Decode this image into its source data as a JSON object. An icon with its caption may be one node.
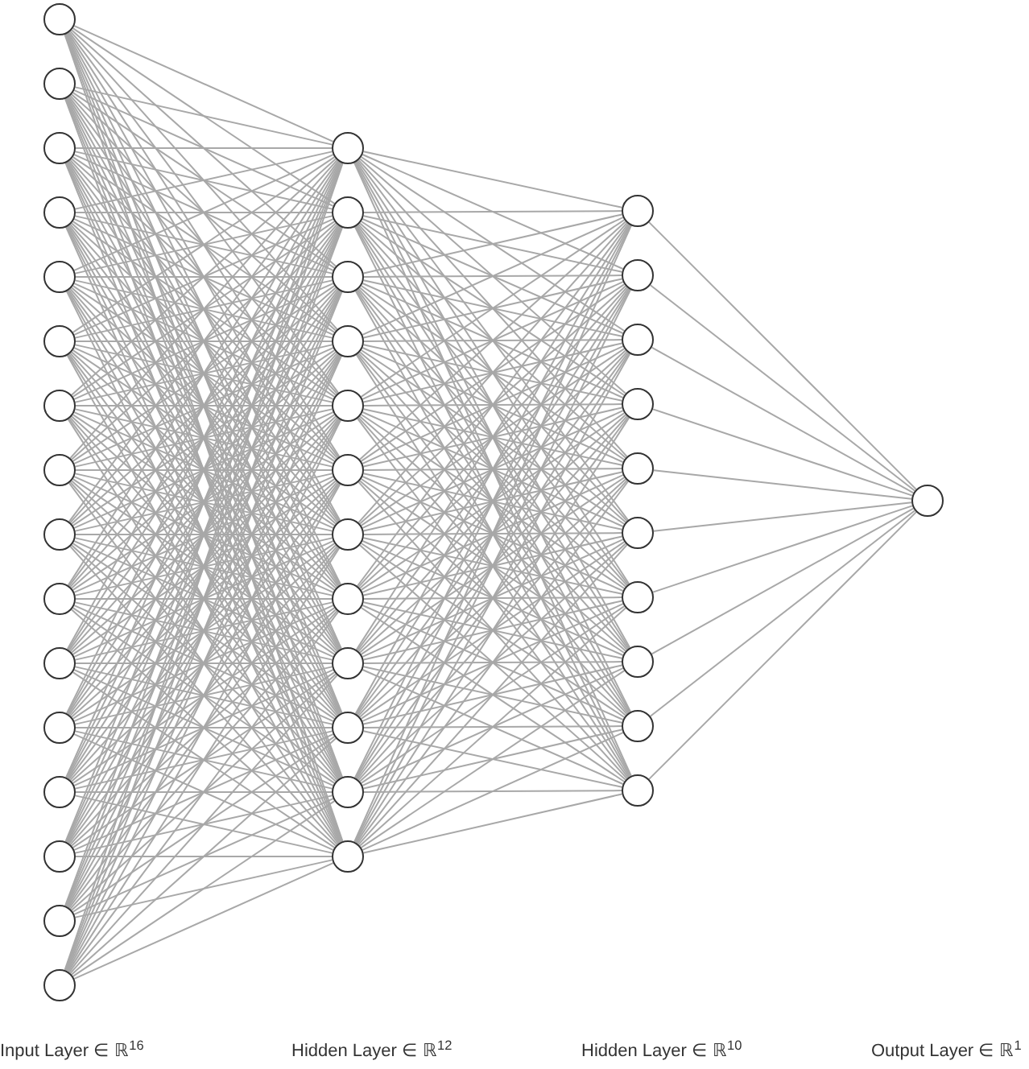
{
  "diagram": {
    "nodes": [
      {
        "text": [],
        "shape": "circle"
      },
      {
        "text": [],
        "shape": "circle"
      },
      {
        "text": [],
        "shape": "circle"
      },
      {
        "text": [],
        "shape": "circle"
      },
      {
        "text": [],
        "shape": "circle"
      },
      {
        "text": [],
        "shape": "circle"
      },
      {
        "text": [],
        "shape": "circle"
      },
      {
        "text": [],
        "shape": "circle"
      },
      {
        "text": [],
        "shape": "circle"
      },
      {
        "text": [],
        "shape": "circle"
      },
      {
        "text": [],
        "shape": "circle"
      },
      {
        "text": [],
        "shape": "circle"
      },
      {
        "text": [],
        "shape": "circle"
      },
      {
        "text": [],
        "shape": "circle"
      },
      {
        "text": [],
        "shape": "circle"
      },
      {
        "text": [],
        "shape": "circle"
      },
      {
        "text": [],
        "shape": "circle"
      },
      {
        "text": [],
        "shape": "circle"
      },
      {
        "text": [],
        "shape": "circle"
      },
      {
        "text": [],
        "shape": "circle"
      },
      {
        "text": [],
        "shape": "circle"
      },
      {
        "text": [],
        "shape": "circle"
      },
      {
        "text": [],
        "shape": "circle"
      },
      {
        "text": [],
        "shape": "circle"
      },
      {
        "text": [],
        "shape": "circle"
      },
      {
        "text": [],
        "shape": "circle"
      },
      {
        "text": [],
        "shape": "circle"
      },
      {
        "text": [],
        "shape": "circle"
      },
      {
        "text": [],
        "shape": "circle"
      },
      {
        "text": [],
        "shape": "circle"
      },
      {
        "text": [],
        "shape": "circle"
      },
      {
        "text": [],
        "shape": "circle"
      },
      {
        "text": [],
        "shape": "circle"
      },
      {
        "text": [],
        "shape": "circle"
      },
      {
        "text": [],
        "shape": "circle"
      },
      {
        "text": [],
        "shape": "circle"
      },
      {
        "text": [],
        "shape": "circle"
      },
      {
        "text": [],
        "shape": "circle"
      },
      {
        "text": [],
        "shape": "circle"
      }
    ],
    "edges": [
      {
        "from": 0,
        "to": 16,
        "arrow": "none"
      },
      {
        "from": 0,
        "to": 17,
        "arrow": "none"
      },
      {
        "from": 0,
        "to": 18,
        "arrow": "none"
      },
      {
        "from": 0,
        "to": 19,
        "arrow": "none"
      },
      {
        "from": 0,
        "to": 20,
        "arrow": "none"
      },
      {
        "from": 0,
        "to": 21,
        "arrow": "none"
      },
      {
        "from": 0,
        "to": 22,
        "arrow": "none"
      },
      {
        "from": 0,
        "to": 23,
        "arrow": "none"
      },
      {
        "from": 0,
        "to": 24,
        "arrow": "none"
      },
      {
        "from": 0,
        "to": 25,
        "arrow": "none"
      },
      {
        "from": 0,
        "to": 26,
        "arrow": "none"
      },
      {
        "from": 0,
        "to": 27,
        "arrow": "none"
      },
      {
        "from": 1,
        "to": 16,
        "arrow": "none"
      },
      {
        "from": 1,
        "to": 17,
        "arrow": "none"
      },
      {
        "from": 1,
        "to": 18,
        "arrow": "none"
      },
      {
        "from": 1,
        "to": 19,
        "arrow": "none"
      },
      {
        "from": 1,
        "to": 20,
        "arrow": "none"
      },
      {
        "from": 1,
        "to": 21,
        "arrow": "none"
      },
      {
        "from": 1,
        "to": 22,
        "arrow": "none"
      },
      {
        "from": 1,
        "to": 23,
        "arrow": "none"
      },
      {
        "from": 1,
        "to": 24,
        "arrow": "none"
      },
      {
        "from": 1,
        "to": 25,
        "arrow": "none"
      },
      {
        "from": 1,
        "to": 26,
        "arrow": "none"
      },
      {
        "from": 1,
        "to": 27,
        "arrow": "none"
      },
      {
        "from": 2,
        "to": 16,
        "arrow": "none"
      },
      {
        "from": 2,
        "to": 17,
        "arrow": "none"
      },
      {
        "from": 2,
        "to": 18,
        "arrow": "none"
      },
      {
        "from": 2,
        "to": 19,
        "arrow": "none"
      },
      {
        "from": 2,
        "to": 20,
        "arrow": "none"
      },
      {
        "from": 2,
        "to": 21,
        "arrow": "none"
      },
      {
        "from": 2,
        "to": 22,
        "arrow": "none"
      },
      {
        "from": 2,
        "to": 23,
        "arrow": "none"
      },
      {
        "from": 2,
        "to": 24,
        "arrow": "none"
      },
      {
        "from": 2,
        "to": 25,
        "arrow": "none"
      },
      {
        "from": 2,
        "to": 26,
        "arrow": "none"
      },
      {
        "from": 2,
        "to": 27,
        "arrow": "none"
      },
      {
        "from": 3,
        "to": 16,
        "arrow": "none"
      },
      {
        "from": 3,
        "to": 17,
        "arrow": "none"
      },
      {
        "from": 3,
        "to": 18,
        "arrow": "none"
      },
      {
        "from": 3,
        "to": 19,
        "arrow": "none"
      },
      {
        "from": 3,
        "to": 20,
        "arrow": "none"
      },
      {
        "from": 3,
        "to": 21,
        "arrow": "none"
      },
      {
        "from": 3,
        "to": 22,
        "arrow": "none"
      },
      {
        "from": 3,
        "to": 23,
        "arrow": "none"
      },
      {
        "from": 3,
        "to": 24,
        "arrow": "none"
      },
      {
        "from": 3,
        "to": 25,
        "arrow": "none"
      },
      {
        "from": 3,
        "to": 26,
        "arrow": "none"
      },
      {
        "from": 3,
        "to": 27,
        "arrow": "none"
      },
      {
        "from": 4,
        "to": 16,
        "arrow": "none"
      },
      {
        "from": 4,
        "to": 17,
        "arrow": "none"
      },
      {
        "from": 4,
        "to": 18,
        "arrow": "none"
      },
      {
        "from": 4,
        "to": 19,
        "arrow": "none"
      },
      {
        "from": 4,
        "to": 20,
        "arrow": "none"
      },
      {
        "from": 4,
        "to": 21,
        "arrow": "none"
      },
      {
        "from": 4,
        "to": 22,
        "arrow": "none"
      },
      {
        "from": 4,
        "to": 23,
        "arrow": "none"
      },
      {
        "from": 4,
        "to": 24,
        "arrow": "none"
      },
      {
        "from": 4,
        "to": 25,
        "arrow": "none"
      },
      {
        "from": 4,
        "to": 26,
        "arrow": "none"
      },
      {
        "from": 4,
        "to": 27,
        "arrow": "none"
      },
      {
        "from": 5,
        "to": 16,
        "arrow": "none"
      },
      {
        "from": 5,
        "to": 17,
        "arrow": "none"
      },
      {
        "from": 5,
        "to": 18,
        "arrow": "none"
      },
      {
        "from": 5,
        "to": 19,
        "arrow": "none"
      },
      {
        "from": 5,
        "to": 20,
        "arrow": "none"
      },
      {
        "from": 5,
        "to": 21,
        "arrow": "none"
      },
      {
        "from": 5,
        "to": 22,
        "arrow": "none"
      },
      {
        "from": 5,
        "to": 23,
        "arrow": "none"
      },
      {
        "from": 5,
        "to": 24,
        "arrow": "none"
      },
      {
        "from": 5,
        "to": 25,
        "arrow": "none"
      },
      {
        "from": 5,
        "to": 26,
        "arrow": "none"
      },
      {
        "from": 5,
        "to": 27,
        "arrow": "none"
      },
      {
        "from": 6,
        "to": 16,
        "arrow": "none"
      },
      {
        "from": 6,
        "to": 17,
        "arrow": "none"
      },
      {
        "from": 6,
        "to": 18,
        "arrow": "none"
      },
      {
        "from": 6,
        "to": 19,
        "arrow": "none"
      },
      {
        "from": 6,
        "to": 20,
        "arrow": "none"
      },
      {
        "from": 6,
        "to": 21,
        "arrow": "none"
      },
      {
        "from": 6,
        "to": 22,
        "arrow": "none"
      },
      {
        "from": 6,
        "to": 23,
        "arrow": "none"
      },
      {
        "from": 6,
        "to": 24,
        "arrow": "none"
      },
      {
        "from": 6,
        "to": 25,
        "arrow": "none"
      },
      {
        "from": 6,
        "to": 26,
        "arrow": "none"
      },
      {
        "from": 6,
        "to": 27,
        "arrow": "none"
      },
      {
        "from": 7,
        "to": 16,
        "arrow": "none"
      },
      {
        "from": 7,
        "to": 17,
        "arrow": "none"
      },
      {
        "from": 7,
        "to": 18,
        "arrow": "none"
      },
      {
        "from": 7,
        "to": 19,
        "arrow": "none"
      },
      {
        "from": 7,
        "to": 20,
        "arrow": "none"
      },
      {
        "from": 7,
        "to": 21,
        "arrow": "none"
      },
      {
        "from": 7,
        "to": 22,
        "arrow": "none"
      },
      {
        "from": 7,
        "to": 23,
        "arrow": "none"
      },
      {
        "from": 7,
        "to": 24,
        "arrow": "none"
      },
      {
        "from": 7,
        "to": 25,
        "arrow": "none"
      },
      {
        "from": 7,
        "to": 26,
        "arrow": "none"
      },
      {
        "from": 7,
        "to": 27,
        "arrow": "none"
      },
      {
        "from": 8,
        "to": 16,
        "arrow": "none"
      },
      {
        "from": 8,
        "to": 17,
        "arrow": "none"
      },
      {
        "from": 8,
        "to": 18,
        "arrow": "none"
      },
      {
        "from": 8,
        "to": 19,
        "arrow": "none"
      },
      {
        "from": 8,
        "to": 20,
        "arrow": "none"
      },
      {
        "from": 8,
        "to": 21,
        "arrow": "none"
      },
      {
        "from": 8,
        "to": 22,
        "arrow": "none"
      },
      {
        "from": 8,
        "to": 23,
        "arrow": "none"
      },
      {
        "from": 8,
        "to": 24,
        "arrow": "none"
      },
      {
        "from": 8,
        "to": 25,
        "arrow": "none"
      },
      {
        "from": 8,
        "to": 26,
        "arrow": "none"
      },
      {
        "from": 8,
        "to": 27,
        "arrow": "none"
      },
      {
        "from": 9,
        "to": 16,
        "arrow": "none"
      },
      {
        "from": 9,
        "to": 17,
        "arrow": "none"
      },
      {
        "from": 9,
        "to": 18,
        "arrow": "none"
      },
      {
        "from": 9,
        "to": 19,
        "arrow": "none"
      },
      {
        "from": 9,
        "to": 20,
        "arrow": "none"
      },
      {
        "from": 9,
        "to": 21,
        "arrow": "none"
      },
      {
        "from": 9,
        "to": 22,
        "arrow": "none"
      },
      {
        "from": 9,
        "to": 23,
        "arrow": "none"
      },
      {
        "from": 9,
        "to": 24,
        "arrow": "none"
      },
      {
        "from": 9,
        "to": 25,
        "arrow": "none"
      },
      {
        "from": 9,
        "to": 26,
        "arrow": "none"
      },
      {
        "from": 9,
        "to": 27,
        "arrow": "none"
      },
      {
        "from": 10,
        "to": 16,
        "arrow": "none"
      },
      {
        "from": 10,
        "to": 17,
        "arrow": "none"
      },
      {
        "from": 10,
        "to": 18,
        "arrow": "none"
      },
      {
        "from": 10,
        "to": 19,
        "arrow": "none"
      },
      {
        "from": 10,
        "to": 20,
        "arrow": "none"
      },
      {
        "from": 10,
        "to": 21,
        "arrow": "none"
      },
      {
        "from": 10,
        "to": 22,
        "arrow": "none"
      },
      {
        "from": 10,
        "to": 23,
        "arrow": "none"
      },
      {
        "from": 10,
        "to": 24,
        "arrow": "none"
      },
      {
        "from": 10,
        "to": 25,
        "arrow": "none"
      },
      {
        "from": 10,
        "to": 26,
        "arrow": "none"
      },
      {
        "from": 10,
        "to": 27,
        "arrow": "none"
      },
      {
        "from": 11,
        "to": 16,
        "arrow": "none"
      },
      {
        "from": 11,
        "to": 17,
        "arrow": "none"
      },
      {
        "from": 11,
        "to": 18,
        "arrow": "none"
      },
      {
        "from": 11,
        "to": 19,
        "arrow": "none"
      },
      {
        "from": 11,
        "to": 20,
        "arrow": "none"
      },
      {
        "from": 11,
        "to": 21,
        "arrow": "none"
      },
      {
        "from": 11,
        "to": 22,
        "arrow": "none"
      },
      {
        "from": 11,
        "to": 23,
        "arrow": "none"
      },
      {
        "from": 11,
        "to": 24,
        "arrow": "none"
      },
      {
        "from": 11,
        "to": 25,
        "arrow": "none"
      },
      {
        "from": 11,
        "to": 26,
        "arrow": "none"
      },
      {
        "from": 11,
        "to": 27,
        "arrow": "none"
      },
      {
        "from": 12,
        "to": 16,
        "arrow": "none"
      },
      {
        "from": 12,
        "to": 17,
        "arrow": "none"
      },
      {
        "from": 12,
        "to": 18,
        "arrow": "none"
      },
      {
        "from": 12,
        "to": 19,
        "arrow": "none"
      },
      {
        "from": 12,
        "to": 20,
        "arrow": "none"
      },
      {
        "from": 12,
        "to": 21,
        "arrow": "none"
      },
      {
        "from": 12,
        "to": 22,
        "arrow": "none"
      },
      {
        "from": 12,
        "to": 23,
        "arrow": "none"
      },
      {
        "from": 12,
        "to": 24,
        "arrow": "none"
      },
      {
        "from": 12,
        "to": 25,
        "arrow": "none"
      },
      {
        "from": 12,
        "to": 26,
        "arrow": "none"
      },
      {
        "from": 12,
        "to": 27,
        "arrow": "none"
      },
      {
        "from": 13,
        "to": 16,
        "arrow": "none"
      },
      {
        "from": 13,
        "to": 17,
        "arrow": "none"
      },
      {
        "from": 13,
        "to": 18,
        "arrow": "none"
      },
      {
        "from": 13,
        "to": 19,
        "arrow": "none"
      },
      {
        "from": 13,
        "to": 20,
        "arrow": "none"
      },
      {
        "from": 13,
        "to": 21,
        "arrow": "none"
      },
      {
        "from": 13,
        "to": 22,
        "arrow": "none"
      },
      {
        "from": 13,
        "to": 23,
        "arrow": "none"
      },
      {
        "from": 13,
        "to": 24,
        "arrow": "none"
      },
      {
        "from": 13,
        "to": 25,
        "arrow": "none"
      },
      {
        "from": 13,
        "to": 26,
        "arrow": "none"
      },
      {
        "from": 13,
        "to": 27,
        "arrow": "none"
      },
      {
        "from": 14,
        "to": 16,
        "arrow": "none"
      },
      {
        "from": 14,
        "to": 17,
        "arrow": "none"
      },
      {
        "from": 14,
        "to": 18,
        "arrow": "none"
      },
      {
        "from": 14,
        "to": 19,
        "arrow": "none"
      },
      {
        "from": 14,
        "to": 20,
        "arrow": "none"
      },
      {
        "from": 14,
        "to": 21,
        "arrow": "none"
      },
      {
        "from": 14,
        "to": 22,
        "arrow": "none"
      },
      {
        "from": 14,
        "to": 23,
        "arrow": "none"
      },
      {
        "from": 14,
        "to": 24,
        "arrow": "none"
      },
      {
        "from": 14,
        "to": 25,
        "arrow": "none"
      },
      {
        "from": 14,
        "to": 26,
        "arrow": "none"
      },
      {
        "from": 14,
        "to": 27,
        "arrow": "none"
      },
      {
        "from": 15,
        "to": 16,
        "arrow": "none"
      },
      {
        "from": 15,
        "to": 17,
        "arrow": "none"
      },
      {
        "from": 15,
        "to": 18,
        "arrow": "none"
      },
      {
        "from": 15,
        "to": 19,
        "arrow": "none"
      },
      {
        "from": 15,
        "to": 20,
        "arrow": "none"
      },
      {
        "from": 15,
        "to": 21,
        "arrow": "none"
      },
      {
        "from": 15,
        "to": 22,
        "arrow": "none"
      },
      {
        "from": 15,
        "to": 23,
        "arrow": "none"
      },
      {
        "from": 15,
        "to": 24,
        "arrow": "none"
      },
      {
        "from": 15,
        "to": 25,
        "arrow": "none"
      },
      {
        "from": 15,
        "to": 26,
        "arrow": "none"
      },
      {
        "from": 15,
        "to": 27,
        "arrow": "none"
      },
      {
        "from": 16,
        "to": 28,
        "arrow": "none"
      },
      {
        "from": 16,
        "to": 29,
        "arrow": "none"
      },
      {
        "from": 16,
        "to": 30,
        "arrow": "none"
      },
      {
        "from": 16,
        "to": 31,
        "arrow": "none"
      },
      {
        "from": 16,
        "to": 32,
        "arrow": "none"
      },
      {
        "from": 16,
        "to": 33,
        "arrow": "none"
      },
      {
        "from": 16,
        "to": 34,
        "arrow": "none"
      },
      {
        "from": 16,
        "to": 35,
        "arrow": "none"
      },
      {
        "from": 16,
        "to": 36,
        "arrow": "none"
      },
      {
        "from": 16,
        "to": 37,
        "arrow": "none"
      },
      {
        "from": 17,
        "to": 28,
        "arrow": "none"
      },
      {
        "from": 17,
        "to": 29,
        "arrow": "none"
      },
      {
        "from": 17,
        "to": 30,
        "arrow": "none"
      },
      {
        "from": 17,
        "to": 31,
        "arrow": "none"
      },
      {
        "from": 17,
        "to": 32,
        "arrow": "none"
      },
      {
        "from": 17,
        "to": 33,
        "arrow": "none"
      },
      {
        "from": 17,
        "to": 34,
        "arrow": "none"
      },
      {
        "from": 17,
        "to": 35,
        "arrow": "none"
      },
      {
        "from": 17,
        "to": 36,
        "arrow": "none"
      },
      {
        "from": 17,
        "to": 37,
        "arrow": "none"
      },
      {
        "from": 18,
        "to": 28,
        "arrow": "none"
      },
      {
        "from": 18,
        "to": 29,
        "arrow": "none"
      },
      {
        "from": 18,
        "to": 30,
        "arrow": "none"
      },
      {
        "from": 18,
        "to": 31,
        "arrow": "none"
      },
      {
        "from": 18,
        "to": 32,
        "arrow": "none"
      },
      {
        "from": 18,
        "to": 33,
        "arrow": "none"
      },
      {
        "from": 18,
        "to": 34,
        "arrow": "none"
      },
      {
        "from": 18,
        "to": 35,
        "arrow": "none"
      },
      {
        "from": 18,
        "to": 36,
        "arrow": "none"
      },
      {
        "from": 18,
        "to": 37,
        "arrow": "none"
      },
      {
        "from": 19,
        "to": 28,
        "arrow": "none"
      },
      {
        "from": 19,
        "to": 29,
        "arrow": "none"
      },
      {
        "from": 19,
        "to": 30,
        "arrow": "none"
      },
      {
        "from": 19,
        "to": 31,
        "arrow": "none"
      },
      {
        "from": 19,
        "to": 32,
        "arrow": "none"
      },
      {
        "from": 19,
        "to": 33,
        "arrow": "none"
      },
      {
        "from": 19,
        "to": 34,
        "arrow": "none"
      },
      {
        "from": 19,
        "to": 35,
        "arrow": "none"
      },
      {
        "from": 19,
        "to": 36,
        "arrow": "none"
      },
      {
        "from": 19,
        "to": 37,
        "arrow": "none"
      },
      {
        "from": 20,
        "to": 28,
        "arrow": "none"
      },
      {
        "from": 20,
        "to": 29,
        "arrow": "none"
      },
      {
        "from": 20,
        "to": 30,
        "arrow": "none"
      },
      {
        "from": 20,
        "to": 31,
        "arrow": "none"
      },
      {
        "from": 20,
        "to": 32,
        "arrow": "none"
      },
      {
        "from": 20,
        "to": 33,
        "arrow": "none"
      },
      {
        "from": 20,
        "to": 34,
        "arrow": "none"
      },
      {
        "from": 20,
        "to": 35,
        "arrow": "none"
      },
      {
        "from": 20,
        "to": 36,
        "arrow": "none"
      },
      {
        "from": 20,
        "to": 37,
        "arrow": "none"
      },
      {
        "from": 21,
        "to": 28,
        "arrow": "none"
      },
      {
        "from": 21,
        "to": 29,
        "arrow": "none"
      },
      {
        "from": 21,
        "to": 30,
        "arrow": "none"
      },
      {
        "from": 21,
        "to": 31,
        "arrow": "none"
      },
      {
        "from": 21,
        "to": 32,
        "arrow": "none"
      },
      {
        "from": 21,
        "to": 33,
        "arrow": "none"
      },
      {
        "from": 21,
        "to": 34,
        "arrow": "none"
      },
      {
        "from": 21,
        "to": 35,
        "arrow": "none"
      },
      {
        "from": 21,
        "to": 36,
        "arrow": "none"
      },
      {
        "from": 21,
        "to": 37,
        "arrow": "none"
      },
      {
        "from": 22,
        "to": 28,
        "arrow": "none"
      },
      {
        "from": 22,
        "to": 29,
        "arrow": "none"
      },
      {
        "from": 22,
        "to": 30,
        "arrow": "none"
      },
      {
        "from": 22,
        "to": 31,
        "arrow": "none"
      },
      {
        "from": 22,
        "to": 32,
        "arrow": "none"
      },
      {
        "from": 22,
        "to": 33,
        "arrow": "none"
      },
      {
        "from": 22,
        "to": 34,
        "arrow": "none"
      },
      {
        "from": 22,
        "to": 35,
        "arrow": "none"
      },
      {
        "from": 22,
        "to": 36,
        "arrow": "none"
      },
      {
        "from": 22,
        "to": 37,
        "arrow": "none"
      },
      {
        "from": 23,
        "to": 28,
        "arrow": "none"
      },
      {
        "from": 23,
        "to": 29,
        "arrow": "none"
      },
      {
        "from": 23,
        "to": 30,
        "arrow": "none"
      },
      {
        "from": 23,
        "to": 31,
        "arrow": "none"
      },
      {
        "from": 23,
        "to": 32,
        "arrow": "none"
      },
      {
        "from": 23,
        "to": 33,
        "arrow": "none"
      },
      {
        "from": 23,
        "to": 34,
        "arrow": "none"
      },
      {
        "from": 23,
        "to": 35,
        "arrow": "none"
      },
      {
        "from": 23,
        "to": 36,
        "arrow": "none"
      },
      {
        "from": 23,
        "to": 37,
        "arrow": "none"
      },
      {
        "from": 24,
        "to": 28,
        "arrow": "none"
      },
      {
        "from": 24,
        "to": 29,
        "arrow": "none"
      },
      {
        "from": 24,
        "to": 30,
        "arrow": "none"
      },
      {
        "from": 24,
        "to": 31,
        "arrow": "none"
      },
      {
        "from": 24,
        "to": 32,
        "arrow": "none"
      },
      {
        "from": 24,
        "to": 33,
        "arrow": "none"
      },
      {
        "from": 24,
        "to": 34,
        "arrow": "none"
      },
      {
        "from": 24,
        "to": 35,
        "arrow": "none"
      },
      {
        "from": 24,
        "to": 36,
        "arrow": "none"
      },
      {
        "from": 24,
        "to": 37,
        "arrow": "none"
      },
      {
        "from": 25,
        "to": 28,
        "arrow": "none"
      },
      {
        "from": 25,
        "to": 29,
        "arrow": "none"
      },
      {
        "from": 25,
        "to": 30,
        "arrow": "none"
      },
      {
        "from": 25,
        "to": 31,
        "arrow": "none"
      },
      {
        "from": 25,
        "to": 32,
        "arrow": "none"
      },
      {
        "from": 25,
        "to": 33,
        "arrow": "none"
      },
      {
        "from": 25,
        "to": 34,
        "arrow": "none"
      },
      {
        "from": 25,
        "to": 35,
        "arrow": "none"
      },
      {
        "from": 25,
        "to": 36,
        "arrow": "none"
      },
      {
        "from": 25,
        "to": 37,
        "arrow": "none"
      },
      {
        "from": 26,
        "to": 28,
        "arrow": "none"
      },
      {
        "from": 26,
        "to": 29,
        "arrow": "none"
      },
      {
        "from": 26,
        "to": 30,
        "arrow": "none"
      },
      {
        "from": 26,
        "to": 31,
        "arrow": "none"
      },
      {
        "from": 26,
        "to": 32,
        "arrow": "none"
      },
      {
        "from": 26,
        "to": 33,
        "arrow": "none"
      },
      {
        "from": 26,
        "to": 34,
        "arrow": "none"
      },
      {
        "from": 26,
        "to": 35,
        "arrow": "none"
      },
      {
        "from": 26,
        "to": 36,
        "arrow": "none"
      },
      {
        "from": 26,
        "to": 37,
        "arrow": "none"
      },
      {
        "from": 27,
        "to": 28,
        "arrow": "none"
      },
      {
        "from": 27,
        "to": 29,
        "arrow": "none"
      },
      {
        "from": 27,
        "to": 30,
        "arrow": "none"
      },
      {
        "from": 27,
        "to": 31,
        "arrow": "none"
      },
      {
        "from": 27,
        "to": 32,
        "arrow": "none"
      },
      {
        "from": 27,
        "to": 33,
        "arrow": "none"
      },
      {
        "from": 27,
        "to": 34,
        "arrow": "none"
      },
      {
        "from": 27,
        "to": 35,
        "arrow": "none"
      },
      {
        "from": 27,
        "to": 36,
        "arrow": "none"
      },
      {
        "from": 27,
        "to": 37,
        "arrow": "none"
      },
      {
        "from": 28,
        "to": 38,
        "arrow": "none"
      },
      {
        "from": 29,
        "to": 38,
        "arrow": "none"
      },
      {
        "from": 30,
        "to": 38,
        "arrow": "none"
      },
      {
        "from": 31,
        "to": 38,
        "arrow": "none"
      },
      {
        "from": 32,
        "to": 38,
        "arrow": "none"
      },
      {
        "from": 33,
        "to": 38,
        "arrow": "none"
      },
      {
        "from": 34,
        "to": 38,
        "arrow": "none"
      },
      {
        "from": 35,
        "to": 38,
        "arrow": "none"
      },
      {
        "from": 36,
        "to": 38,
        "arrow": "none"
      },
      {
        "from": 37,
        "to": 38,
        "arrow": "none"
      }
    ],
    "labels": [
      "Input Layer ∈ ℝ$^{16}$",
      "Hidden Layer ∈ ℝ$^{12}$",
      "Hidden Layer ∈ ℝ$^{10}$",
      "Output Layer ∈ ℝ$^{1}$"
    ]
  }
}
